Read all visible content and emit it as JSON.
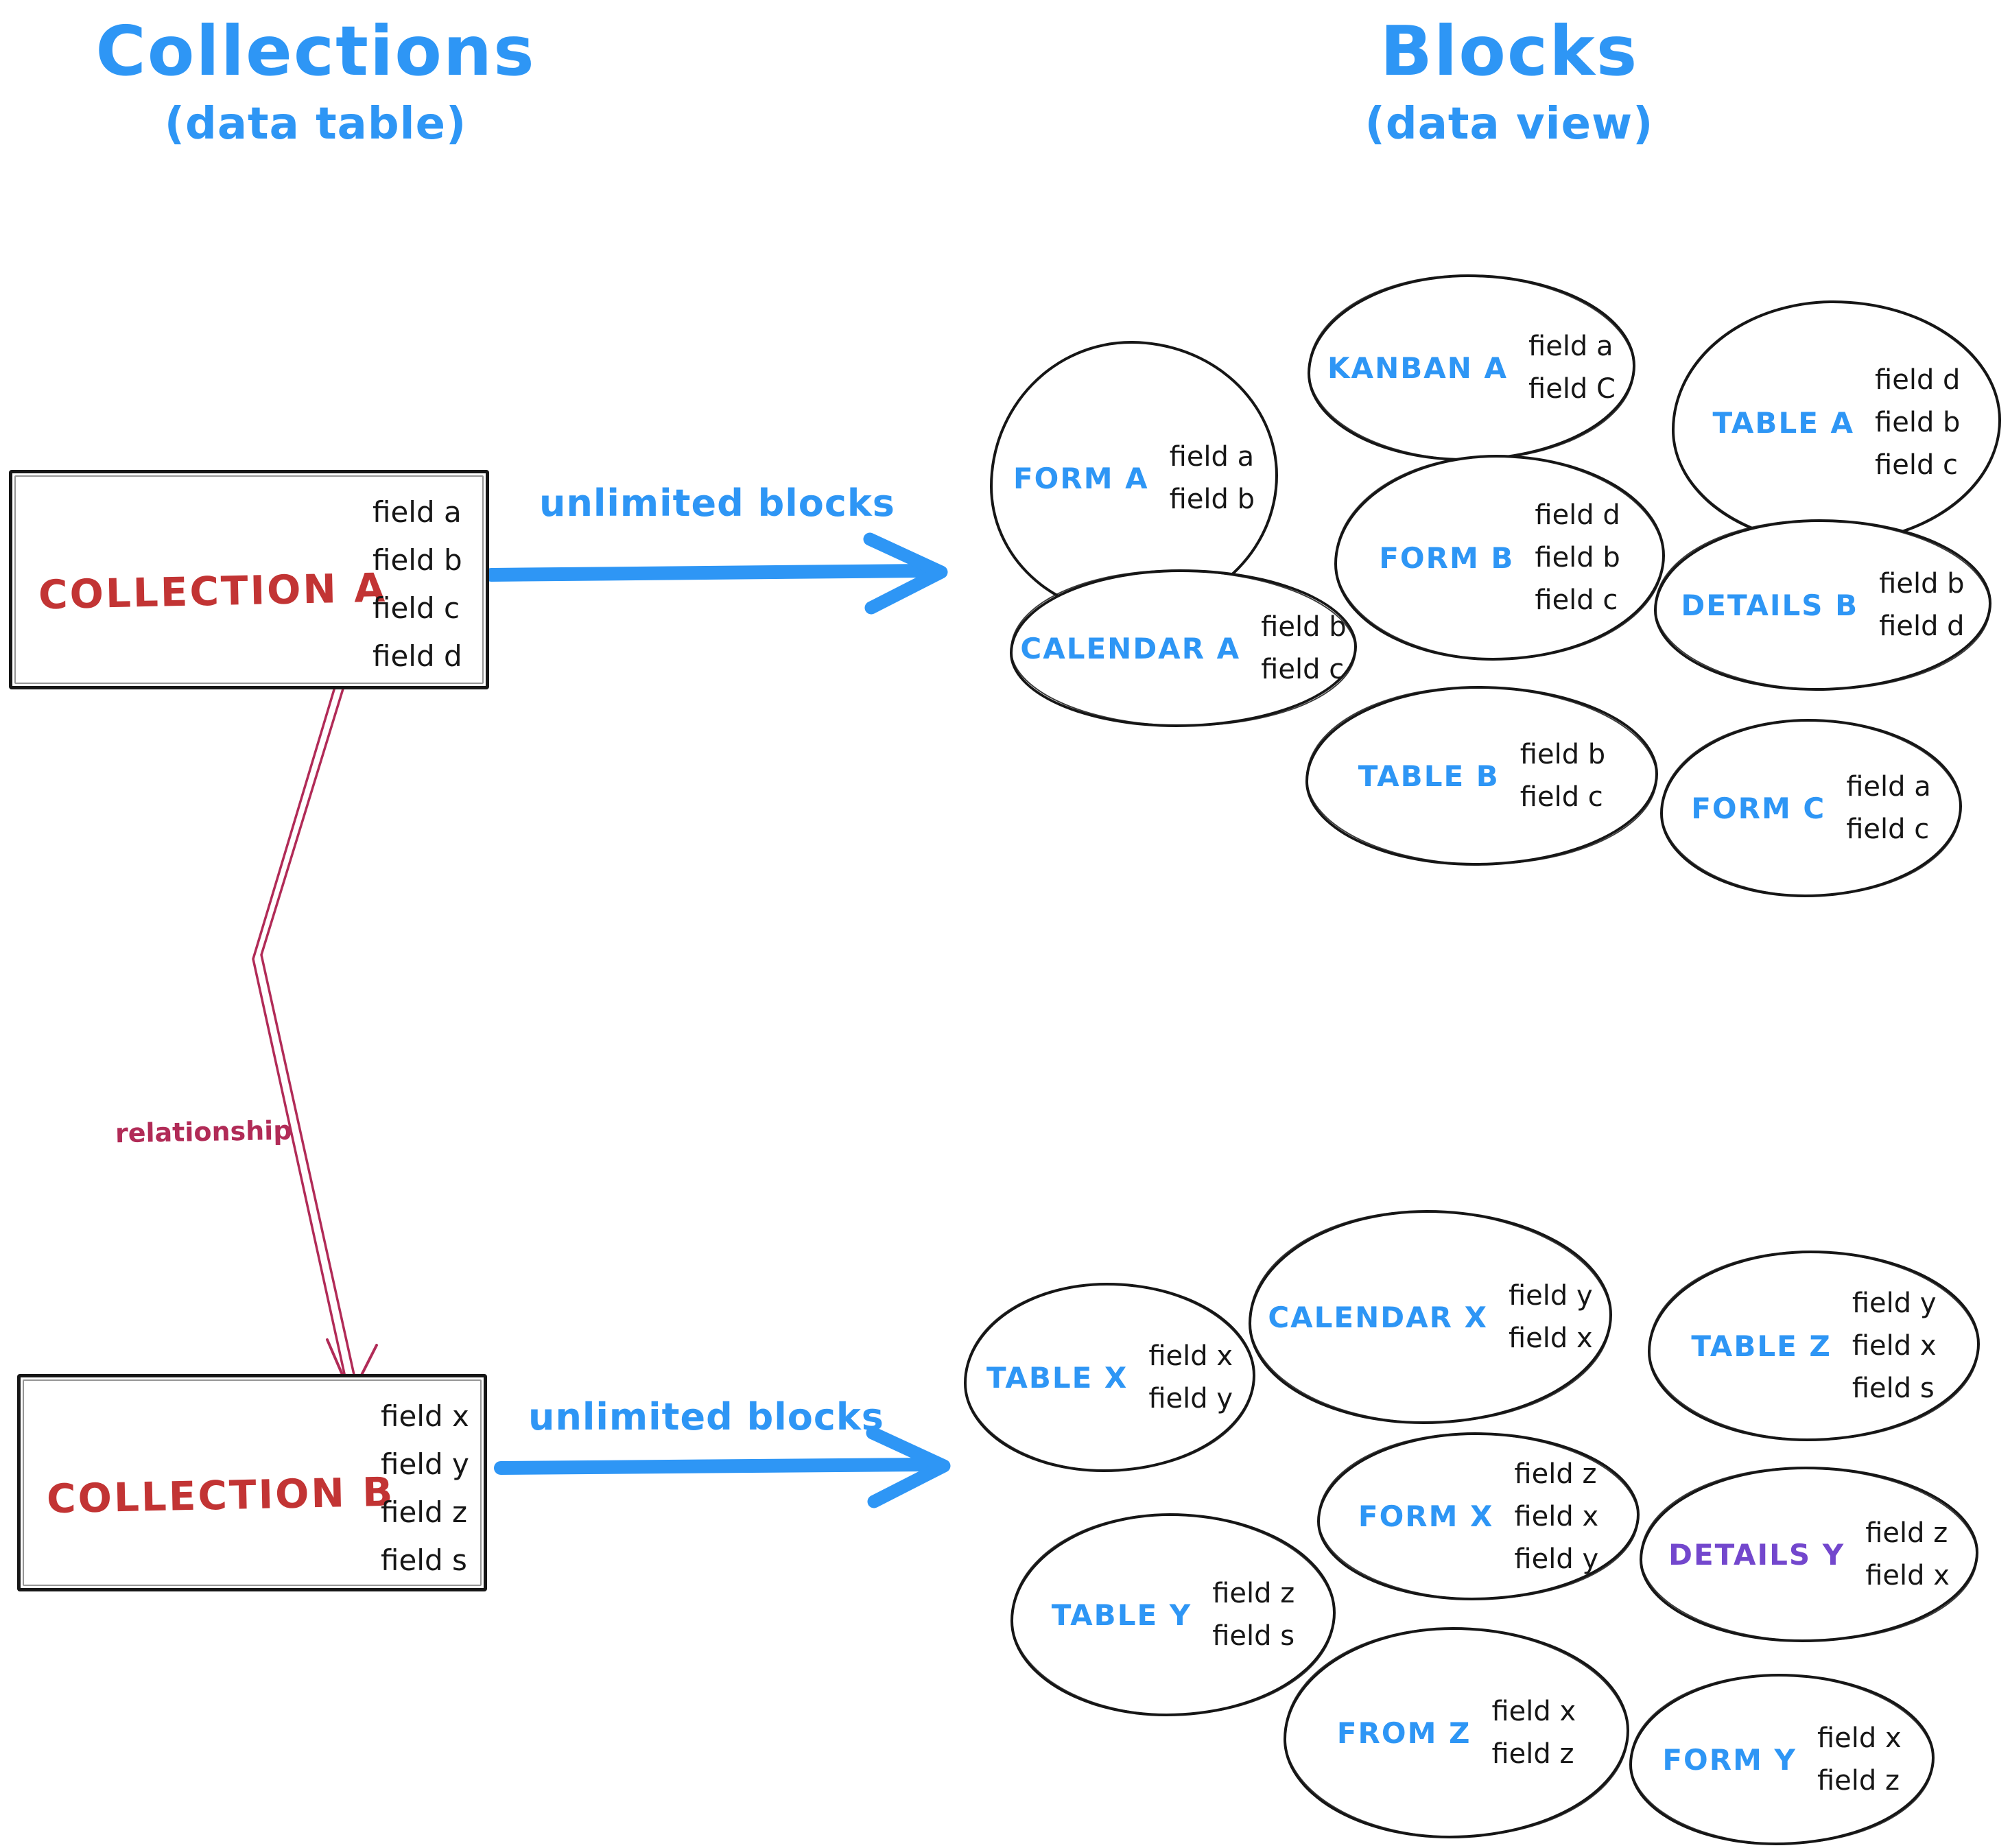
{
  "header": {
    "left": {
      "title": "Collections",
      "subtitle": "(data table)"
    },
    "right": {
      "title": "Blocks",
      "subtitle": "(data view)"
    }
  },
  "collection_a": {
    "name": "COLLECTION A",
    "fields": [
      "field a",
      "field b",
      "field c",
      "field d"
    ],
    "arrow_label": "unlimited blocks"
  },
  "collection_b": {
    "name": "COLLECTION B",
    "fields": [
      "field x",
      "field y",
      "field z",
      "field s"
    ],
    "arrow_label": "unlimited blocks"
  },
  "relationship_label": "relationship",
  "blocks_top": [
    {
      "name": "FORM A",
      "fields": [
        "field a",
        "field b"
      ]
    },
    {
      "name": "KANBAN A",
      "fields": [
        "field a",
        "field C"
      ]
    },
    {
      "name": "TABLE A",
      "fields": [
        "field d",
        "field b",
        "field c"
      ]
    },
    {
      "name": "FORM B",
      "fields": [
        "field d",
        "field b",
        "field c"
      ]
    },
    {
      "name": "DETAILS B",
      "fields": [
        "field b",
        "field d"
      ]
    },
    {
      "name": "CALENDAR A",
      "fields": [
        "field b",
        "field c"
      ]
    },
    {
      "name": "TABLE B",
      "fields": [
        "field b",
        "field c"
      ]
    },
    {
      "name": "FORM C",
      "fields": [
        "field a",
        "field c"
      ]
    }
  ],
  "blocks_bottom": [
    {
      "name": "TABLE X",
      "fields": [
        "field x",
        "field y"
      ]
    },
    {
      "name": "CALENDAR X",
      "fields": [
        "field y",
        "field x"
      ]
    },
    {
      "name": "TABLE Z",
      "fields": [
        "field y",
        "field x",
        "field s"
      ]
    },
    {
      "name": "FORM X",
      "fields": [
        "field z",
        "field x",
        "field y"
      ]
    },
    {
      "name": "DETAILS Y",
      "fields": [
        "field z",
        "field x"
      ]
    },
    {
      "name": "TABLE Y",
      "fields": [
        "field z",
        "field s"
      ]
    },
    {
      "name": "FROM Z",
      "fields": [
        "field x",
        "field z"
      ]
    },
    {
      "name": "FORM Y",
      "fields": [
        "field x",
        "field z"
      ]
    }
  ],
  "colors": {
    "blue": "#2e96f5",
    "red": "#c23434",
    "crimson": "#b12b57",
    "purple": "#7347cd",
    "ink": "#161616"
  }
}
